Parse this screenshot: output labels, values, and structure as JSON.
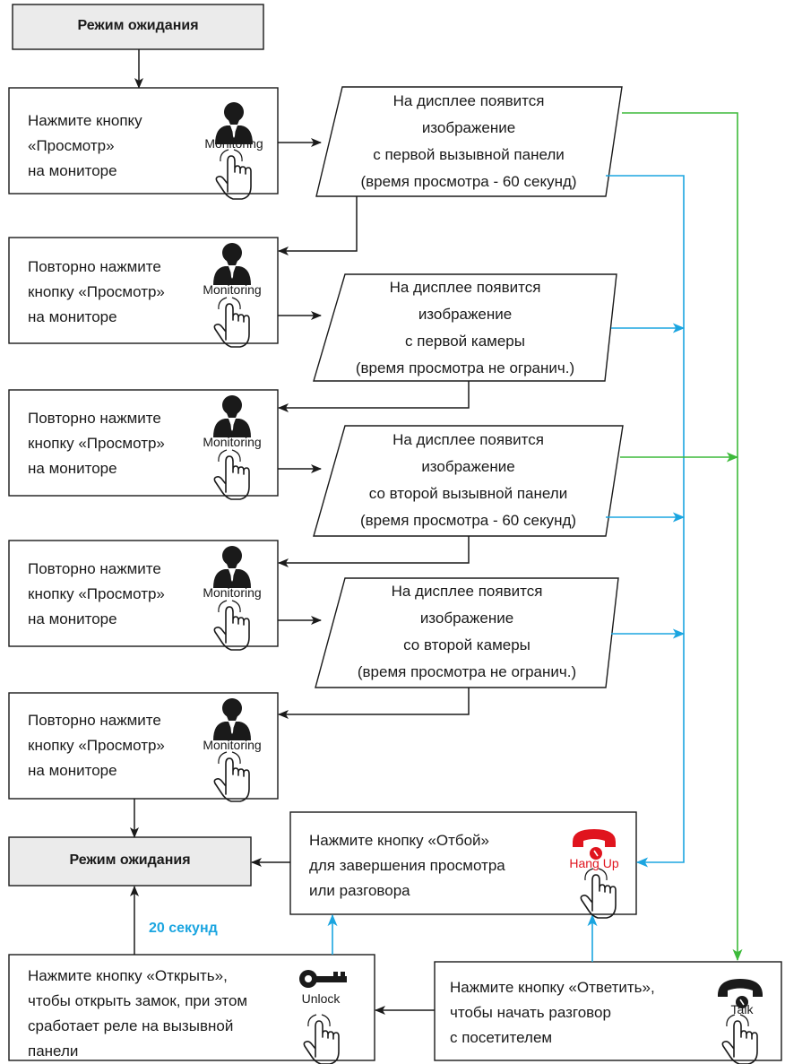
{
  "colors": {
    "green": "#3dba3a",
    "blue": "#1ba5e0",
    "dark": "#1a1a1a",
    "red": "#e0141e",
    "standby_fill": "#ebebeb"
  },
  "standby_top": {
    "label": "Режим ожидания"
  },
  "standby_bottom": {
    "label": "Режим ожидания"
  },
  "monitor_steps": [
    {
      "text": "Нажмите кнопку\n«Просмотр»\nна мониторе",
      "icon": "person-icon",
      "icon_label": "Monitoring"
    },
    {
      "text": "Повторно нажмите\nкнопку «Просмотр»\nна мониторе",
      "icon": "person-icon",
      "icon_label": "Monitoring"
    },
    {
      "text": "Повторно нажмите\nкнопку «Просмотр»\nна мониторе",
      "icon": "person-icon",
      "icon_label": "Monitoring"
    },
    {
      "text": "Повторно нажмите\nкнопку «Просмотр»\nна мониторе",
      "icon": "person-icon",
      "icon_label": "Monitoring"
    },
    {
      "text": "Повторно нажмите\nкнопку «Просмотр»\nна мониторе",
      "icon": "person-icon",
      "icon_label": "Monitoring"
    }
  ],
  "displays": [
    {
      "text": "На дисплее появится\nизображение\nс первой вызывной панели\n(время просмотра - 60 секунд)"
    },
    {
      "text": "На дисплее появится\nизображение\nс первой камеры\n(время просмотра не огранич.)"
    },
    {
      "text": "На дисплее появится\nизображение\nсо второй вызывной панели\n(время просмотра - 60 секунд)"
    },
    {
      "text": "На дисплее появится\nизображение\nсо второй камеры\n(время просмотра не огранич.)"
    }
  ],
  "hangup": {
    "text": "Нажмите кнопку «Отбой»\nдля завершения просмотра\nили разговора",
    "icon": "hang-up-phone-icon",
    "icon_label": "Hang Up"
  },
  "unlock": {
    "text": "Нажмите кнопку «Открыть»,\nчтобы открыть замок, при этом\nсработает реле на вызывной\nпанели",
    "icon": "key-icon",
    "icon_label": "Unlock"
  },
  "talk": {
    "text": "Нажмите кнопку «Ответить»,\nчтобы начать разговор\nс посетителем",
    "icon": "phone-handset-icon",
    "icon_label": "Talk"
  },
  "interval": {
    "label": "20 секунд"
  }
}
